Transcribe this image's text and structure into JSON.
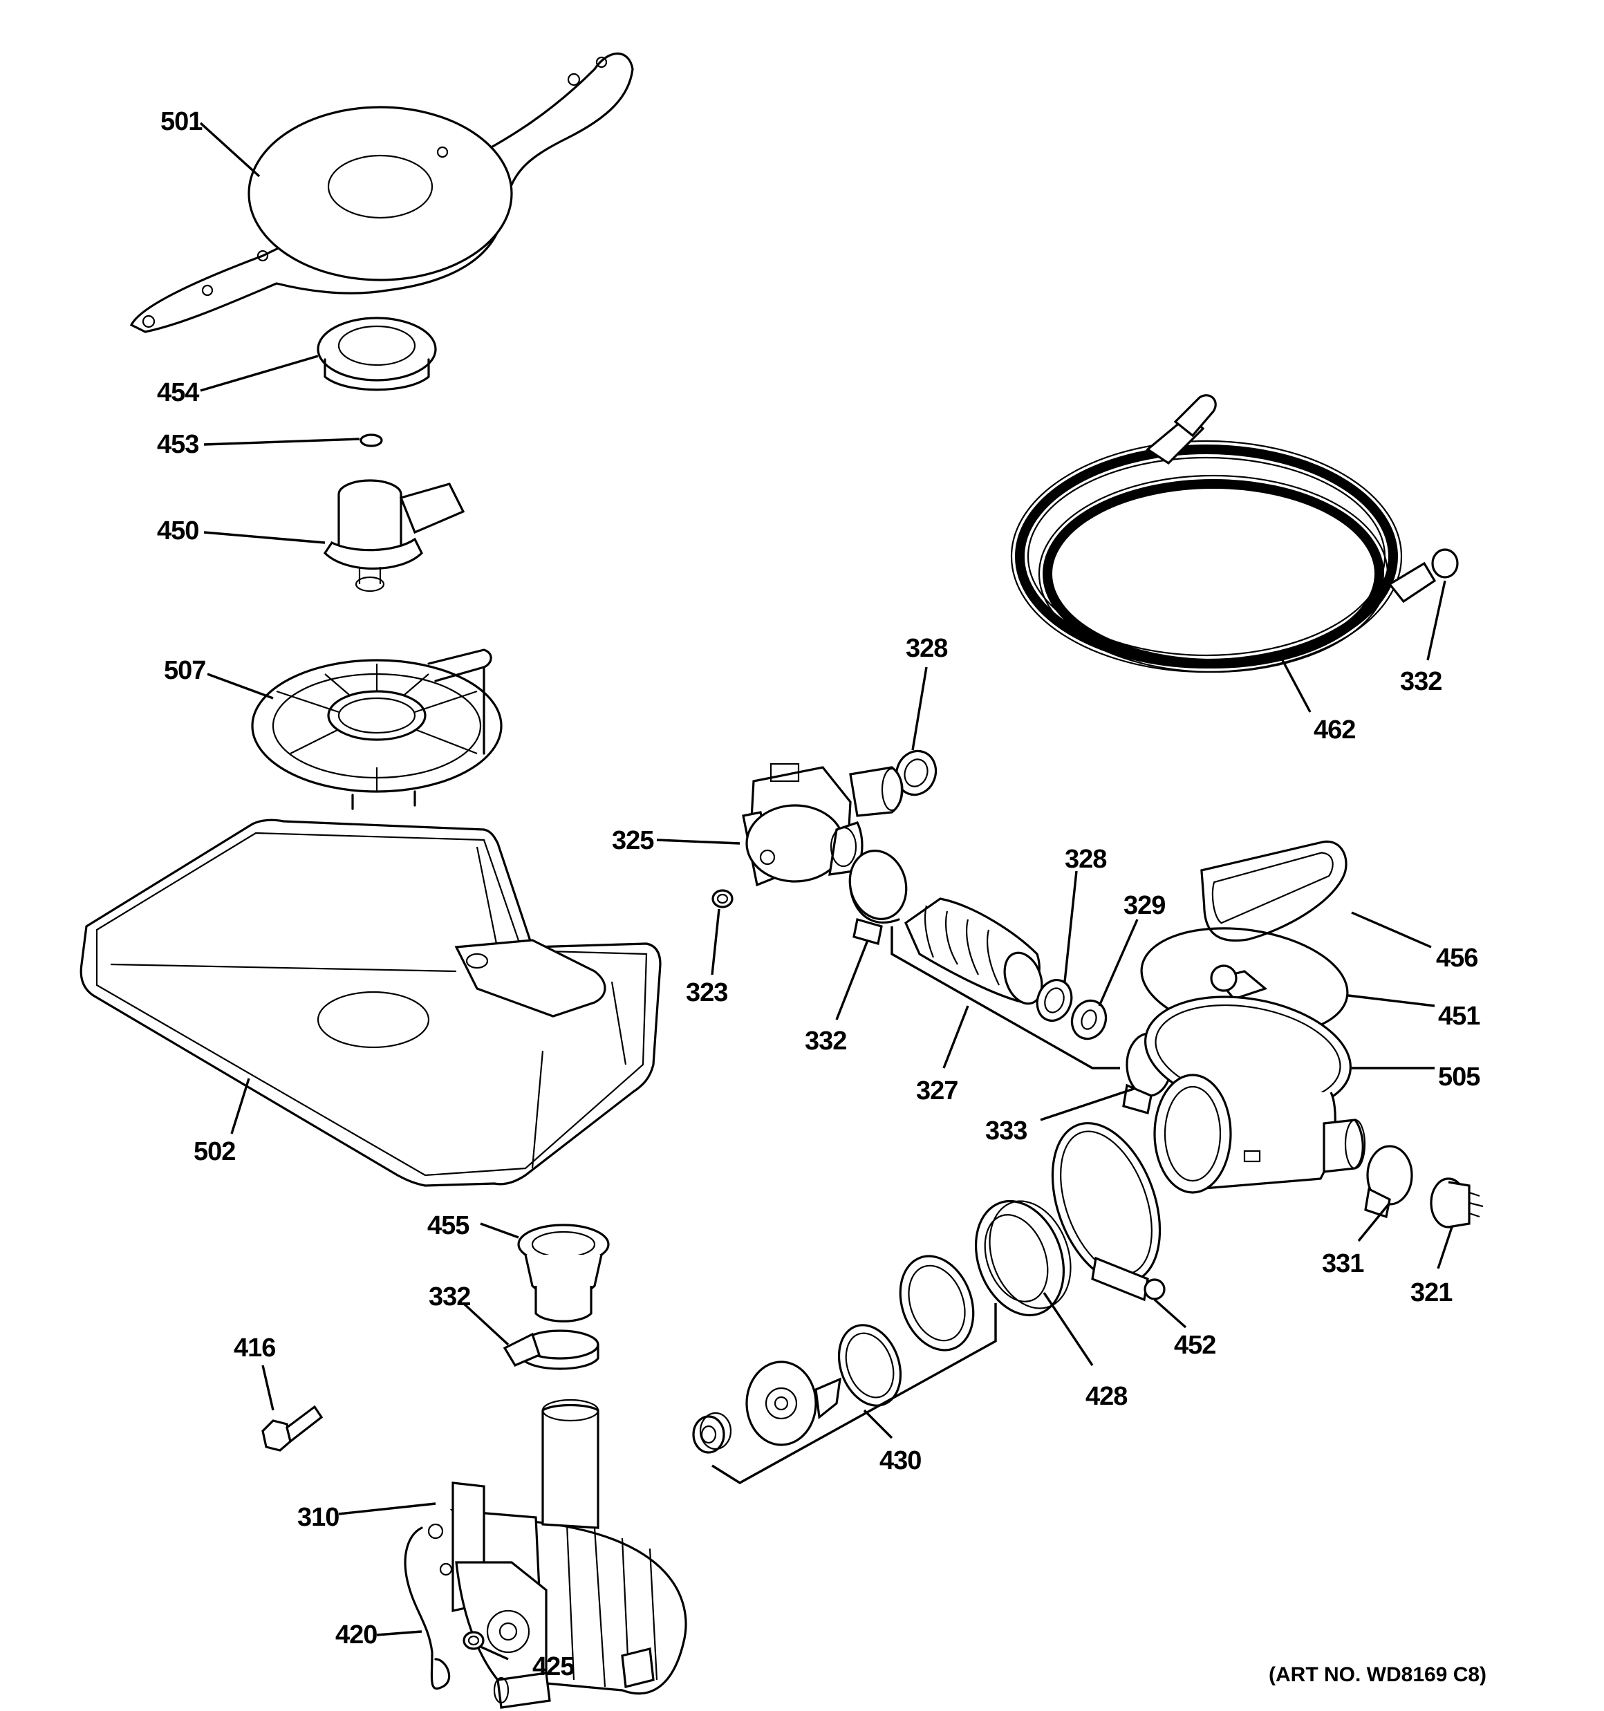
{
  "labels": {
    "l501": "501",
    "l454": "454",
    "l453": "453",
    "l450": "450",
    "l507": "507",
    "l502": "502",
    "l455": "455",
    "l332a": "332",
    "l416": "416",
    "l310": "310",
    "l420": "420",
    "l425": "425",
    "l328a": "328",
    "l325": "325",
    "l323": "323",
    "l332b": "332",
    "l327": "327",
    "l328b": "328",
    "l329": "329",
    "l333": "333",
    "l462": "462",
    "l332c": "332",
    "l456": "456",
    "l451": "451",
    "l505": "505",
    "l331": "331",
    "l321": "321",
    "l452": "452",
    "l428": "428",
    "l430": "430"
  },
  "art_number": "(ART NO. WD8169 C8)"
}
